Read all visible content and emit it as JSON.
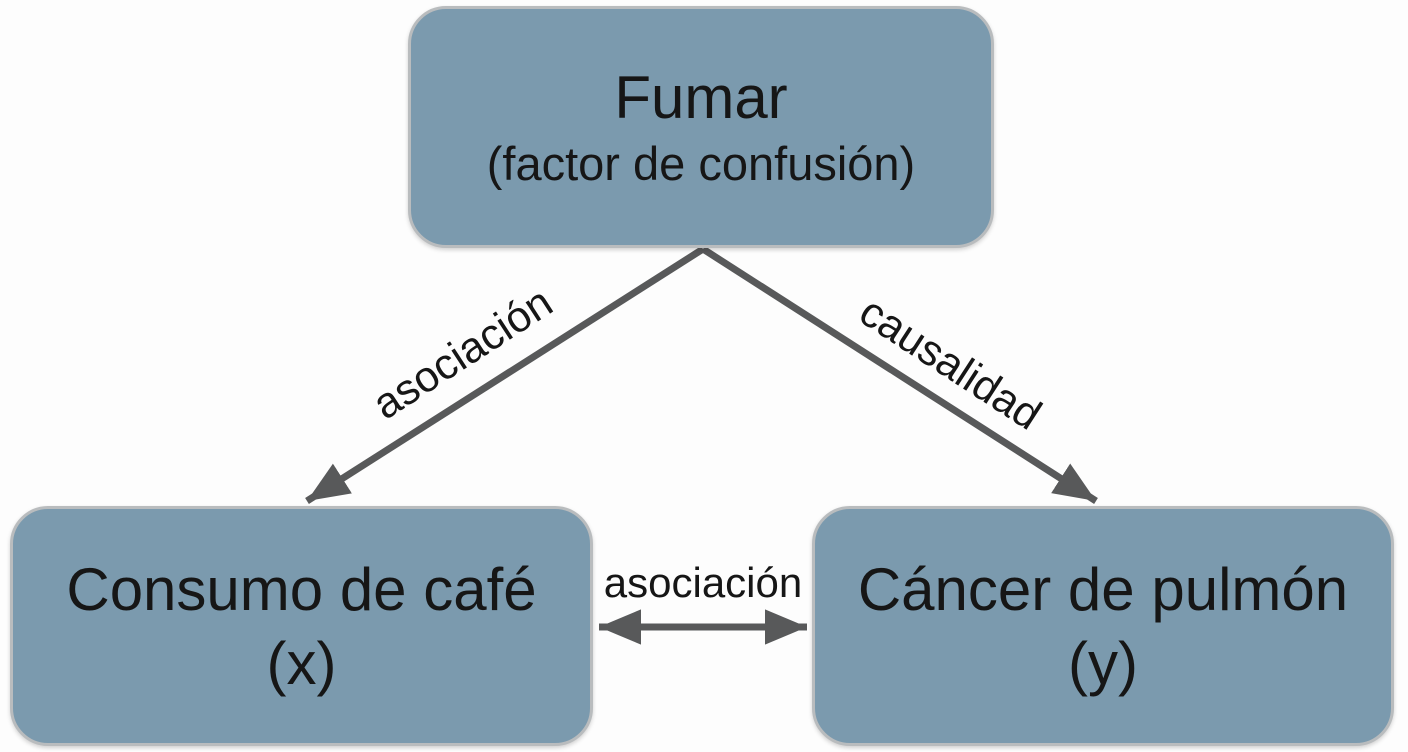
{
  "theme": {
    "bg": "#fdfdfd",
    "node_fill": "#7b9aae",
    "node_border": "#b9bcbe",
    "arrow_color": "#58595a",
    "text_color": "#161616"
  },
  "nodes": {
    "confounder": {
      "title": "Fumar",
      "subtitle": "(factor de confusión)"
    },
    "cause": {
      "title": "Consumo de café",
      "subtitle": "(x)"
    },
    "effect": {
      "title": "Cáncer de pulmón",
      "subtitle": "(y)"
    }
  },
  "edges": {
    "confounder_cause": {
      "label": "asociación"
    },
    "confounder_effect": {
      "label": "causalidad"
    },
    "cause_effect": {
      "label": "asociación"
    }
  }
}
